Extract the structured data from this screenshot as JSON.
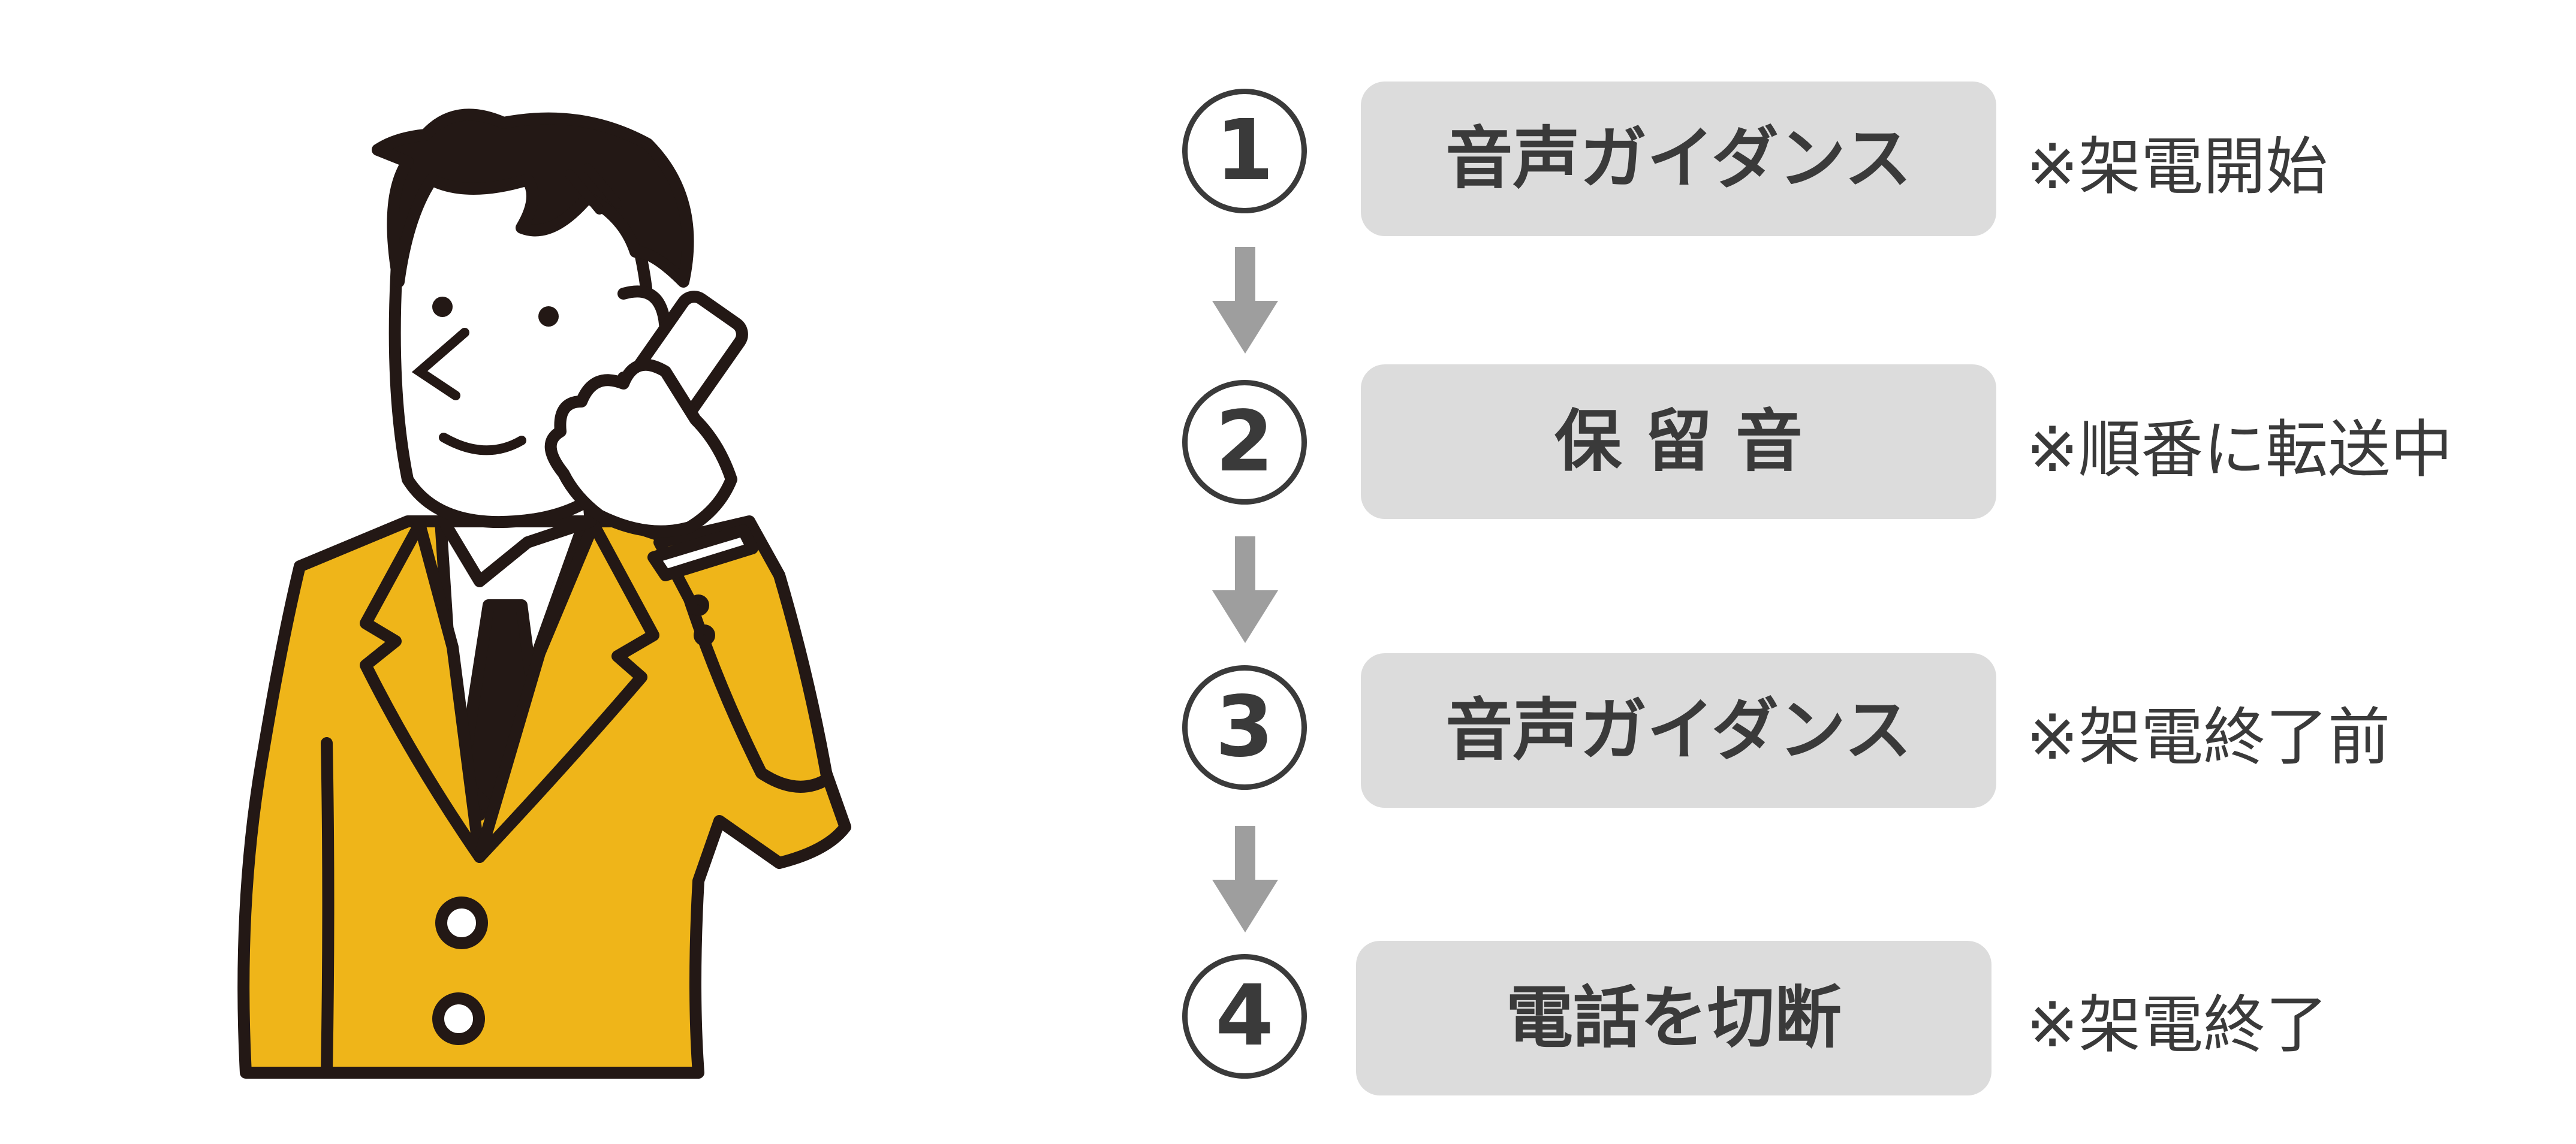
{
  "colors": {
    "suit": "#EFB519",
    "outline": "#231815",
    "box_fill": "#DCDCDC",
    "text": "#3A3A3A",
    "arrow": "#9E9E9E"
  },
  "illustration": {
    "subject": "businessman-on-phone"
  },
  "steps": [
    {
      "number": "1",
      "label": "音声ガイダンス",
      "note": "※架電開始"
    },
    {
      "number": "2",
      "label": "保 留 音",
      "note": "※順番に転送中"
    },
    {
      "number": "3",
      "label": "音声ガイダンス",
      "note": "※架電終了前"
    },
    {
      "number": "4",
      "label": "電話を切断",
      "note": "※架電終了"
    }
  ]
}
